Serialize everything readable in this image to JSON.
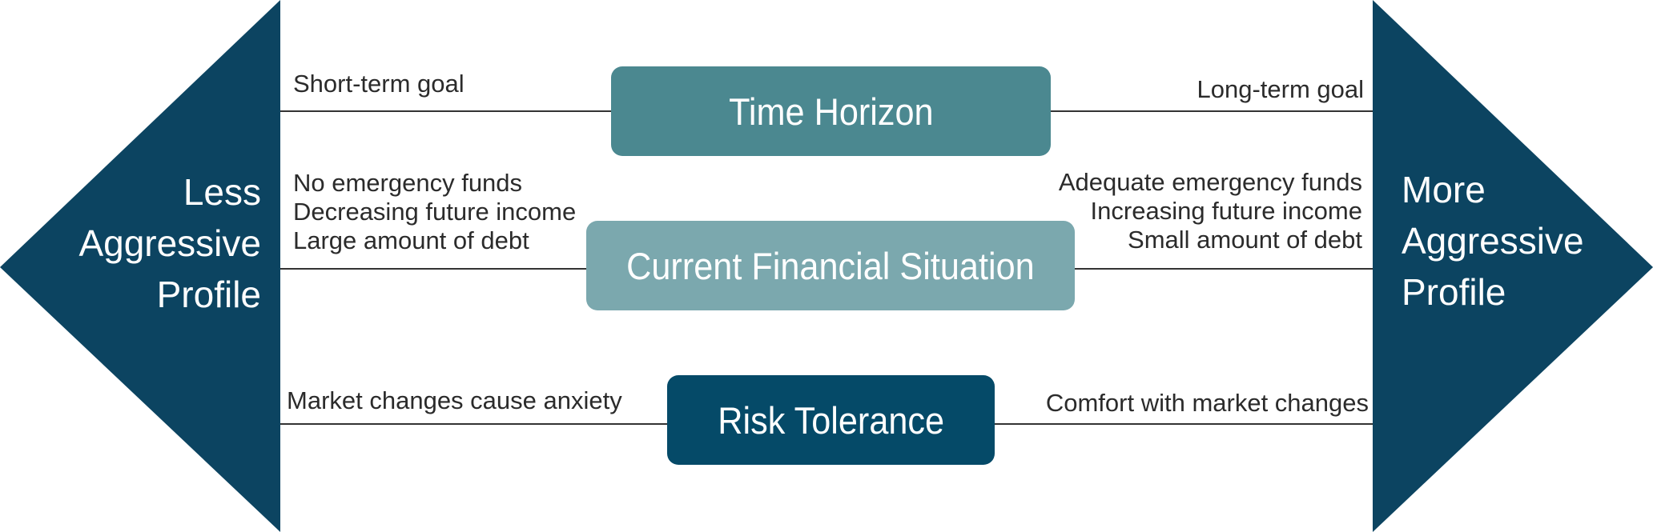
{
  "colors": {
    "side_arrows": "#0c4461",
    "time_horizon_box": "#4b8890",
    "financial_box": "#7ba8ae",
    "risk_box": "#054a68",
    "connector_line": "#333333"
  },
  "left_profile": {
    "lines": [
      "Less",
      "Aggressive",
      "Profile"
    ]
  },
  "right_profile": {
    "lines": [
      "More",
      "Aggressive",
      "Profile"
    ]
  },
  "rows": [
    {
      "factor": "Time Horizon",
      "left_notes": [
        "Short-term goal"
      ],
      "right_notes": [
        "Long-term goal"
      ]
    },
    {
      "factor": "Current Financial Situation",
      "left_notes": [
        "No emergency funds",
        "Decreasing future income",
        "Large amount of debt"
      ],
      "right_notes": [
        "Adequate emergency funds",
        "Increasing future income",
        "Small amount of debt"
      ]
    },
    {
      "factor": "Risk Tolerance",
      "left_notes": [
        "Market changes cause anxiety"
      ],
      "right_notes": [
        "Comfort with market changes"
      ]
    }
  ]
}
